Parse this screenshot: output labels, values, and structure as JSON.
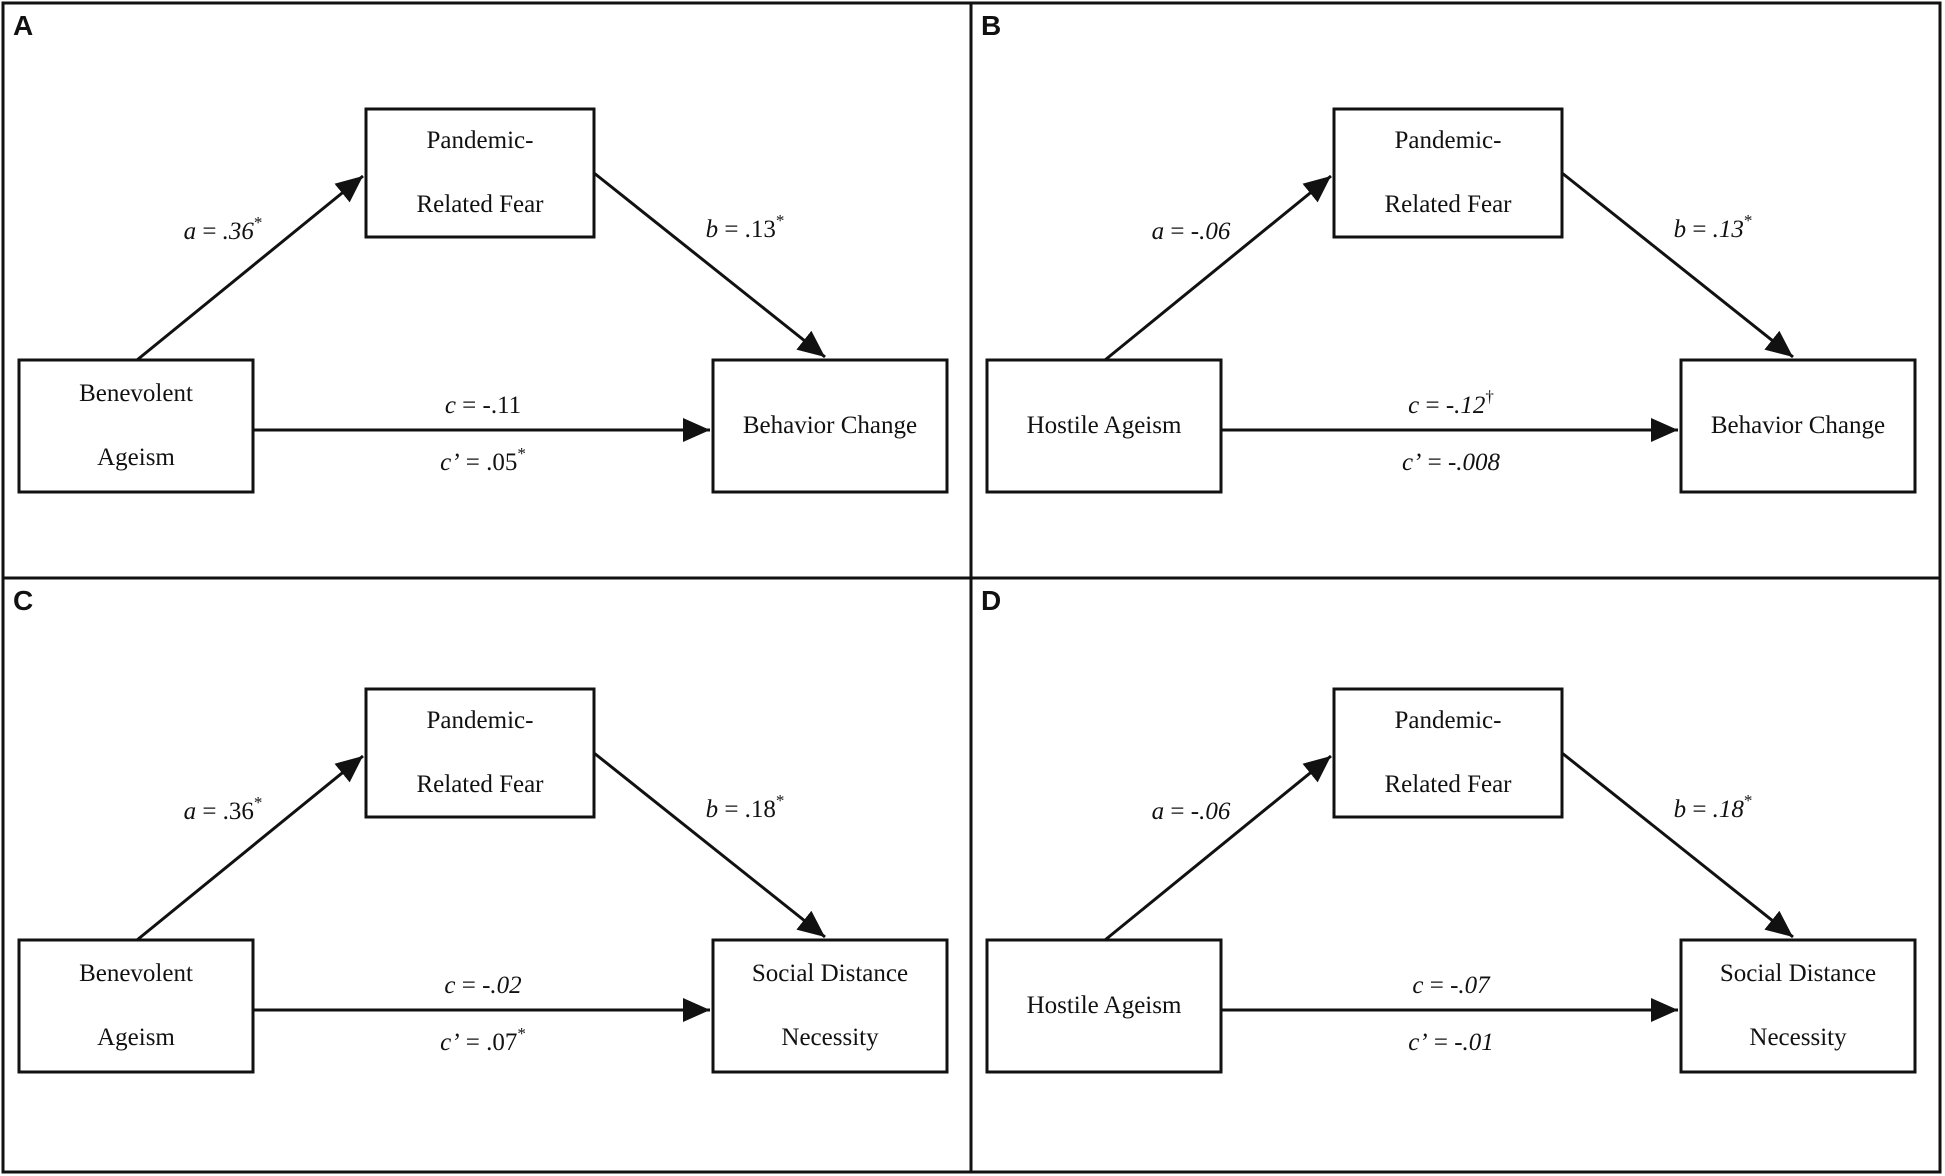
{
  "panels": [
    {
      "letter": "A",
      "predictor": [
        "Benevolent",
        "Ageism"
      ],
      "mediator": [
        "Pandemic-",
        "Related Fear"
      ],
      "outcome": [
        "Behavior Change"
      ],
      "a": {
        "sym": "a",
        "eq": " = ",
        "val": ".36",
        "sup": "*",
        "val_italic": true
      },
      "b": {
        "sym": "b",
        "eq": " = ",
        "val": ".13",
        "sup": "*",
        "val_italic": false
      },
      "c": {
        "sym": "c",
        "eq": " = ",
        "val": "-.11",
        "sup": "",
        "val_italic": false
      },
      "cp": {
        "sym": "c’",
        "eq": " = ",
        "val": ".05",
        "sup": "*",
        "val_italic": false
      }
    },
    {
      "letter": "B",
      "predictor": [
        "Hostile Ageism"
      ],
      "mediator": [
        "Pandemic-",
        "Related Fear"
      ],
      "outcome": [
        "Behavior Change"
      ],
      "a": {
        "sym": "a",
        "eq": " = ",
        "val": "-.06",
        "sup": "",
        "val_italic": true
      },
      "b": {
        "sym": "b",
        "eq": " = ",
        "val": ".13",
        "sup": "*",
        "val_italic": true
      },
      "c": {
        "sym": "c",
        "eq": " = ",
        "val": "-.12",
        "sup": "†",
        "val_italic": true
      },
      "cp": {
        "sym": "c’",
        "eq": " = ",
        "val": "-.008",
        "sup": "",
        "val_italic": true
      }
    },
    {
      "letter": "C",
      "predictor": [
        "Benevolent",
        "Ageism"
      ],
      "mediator": [
        "Pandemic-",
        "Related Fear"
      ],
      "outcome": [
        "Social Distance",
        "Necessity"
      ],
      "a": {
        "sym": "a",
        "eq": " = ",
        "val": ".36",
        "sup": "*",
        "val_italic": false
      },
      "b": {
        "sym": "b",
        "eq": " = ",
        "val": ".18",
        "sup": "*",
        "val_italic": false
      },
      "c": {
        "sym": "c",
        "eq": " = ",
        "val": "-.02",
        "sup": "",
        "val_italic": true
      },
      "cp": {
        "sym": "c’",
        "eq": " = ",
        "val": ".07",
        "sup": "*",
        "val_italic": false
      }
    },
    {
      "letter": "D",
      "predictor": [
        "Hostile Ageism"
      ],
      "mediator": [
        "Pandemic-",
        "Related Fear"
      ],
      "outcome": [
        "Social Distance",
        "Necessity"
      ],
      "a": {
        "sym": "a",
        "eq": " = ",
        "val": "-.06",
        "sup": "",
        "val_italic": true
      },
      "b": {
        "sym": "b",
        "eq": " = ",
        "val": ".18",
        "sup": "*",
        "val_italic": true
      },
      "c": {
        "sym": "c",
        "eq": " = ",
        "val": "-.07",
        "sup": "",
        "val_italic": true
      },
      "cp": {
        "sym": "c’",
        "eq": " = ",
        "val": "-.01",
        "sup": "",
        "val_italic": true
      }
    }
  ]
}
